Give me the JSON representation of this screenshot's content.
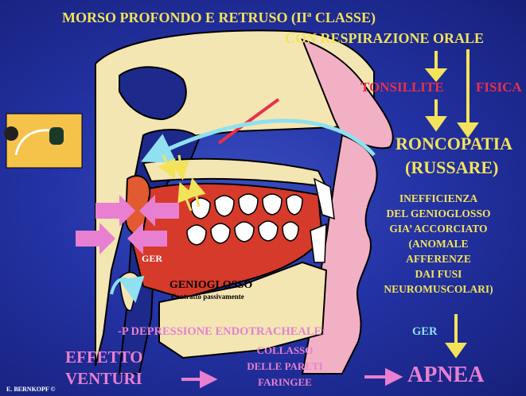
{
  "title_line1": "MORSO PROFONDO E RETRUSO (IIª CLASSE)",
  "title_line2": "CON RESPIRAZIONE  ORALE",
  "tonsillite": "TONSILLITE",
  "fisica": "FISICA",
  "roncopatia": "RONCOPATIA",
  "russare": "(RUSSARE)",
  "inefficienza_lines": [
    "INEFFICIENZA",
    "DEL  GENIOGLOSSO",
    "GIA’ ACCORCIATO",
    "(ANOMALE",
    "AFFERENZE",
    "DAI    FUSI",
    "NEUROMUSCOLARI)"
  ],
  "ger_label": "GER",
  "genioglosso": "GENIOGLOSSO",
  "contratto": "Contratto passivamente",
  "depressione": "-P   DEPRESSIONE ENDOTRACHEALE:",
  "depressione_ger": "GER",
  "effetto": "EFFETTO",
  "venturi": "VENTURI",
  "collasso_lines": [
    "COLLASSO",
    "DELLE PARETI",
    "FARINGEE"
  ],
  "apnea": "APNEA",
  "credit": "E. BERNKOPF ©",
  "colors": {
    "yellow": "#f3e35a",
    "red": "#e8304a",
    "pink": "#e87fd0",
    "cyan": "#8fe0f0",
    "background": "#2433a6"
  }
}
